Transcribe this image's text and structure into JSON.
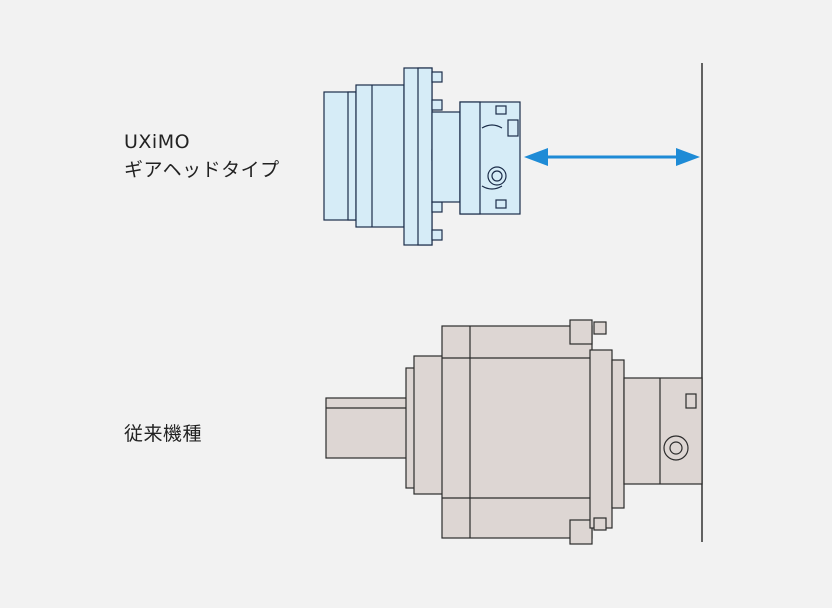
{
  "labels": {
    "uximo_line1": "UXiMO",
    "uximo_line2": "ギアヘッドタイプ",
    "legacy": "従来機種"
  },
  "colors": {
    "background": "#f2f2f2",
    "uximo_fill": "#d6ecf7",
    "uximo_stroke": "#1c2d4a",
    "legacy_fill": "#ddd6d3",
    "legacy_stroke": "#2c2c2c",
    "arrow": "#1e8bd6"
  }
}
